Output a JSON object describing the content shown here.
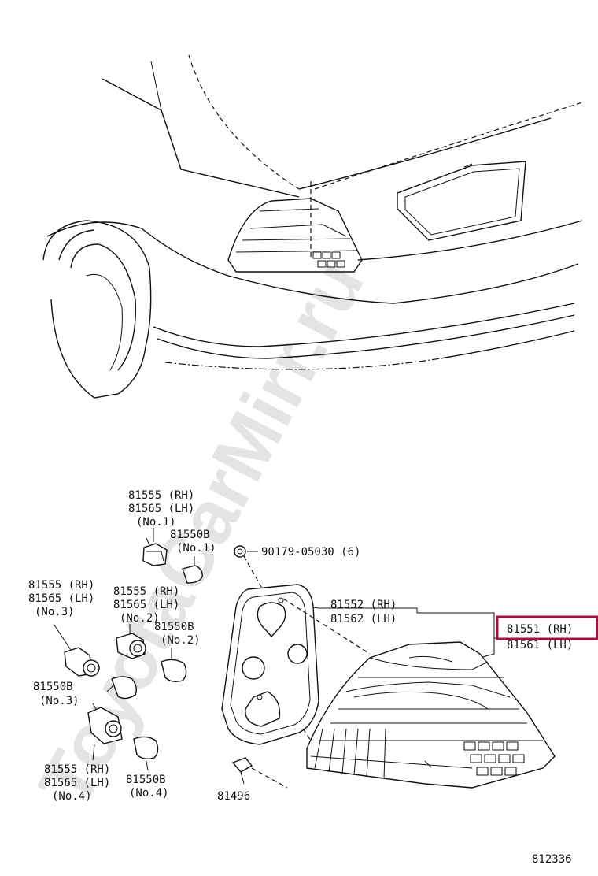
{
  "watermark": "ToyotaCarMirr.ru",
  "labels": {
    "top_bracket": [
      "81555 (RH)",
      "81565 (LH)",
      "(No.1)"
    ],
    "top_bulb": [
      "81550B",
      "(No.1)"
    ],
    "nut": "90179-05030 (6)",
    "left_socket": [
      "81555 (RH)",
      "81565 (LH)",
      "(No.3)"
    ],
    "mid_socket": [
      "81555 (RH)",
      "81565 (LH)",
      "(No.2)"
    ],
    "mid_bulb": [
      "81550B",
      "(No.2)"
    ],
    "gasket": [
      "81552 (RH)",
      "81562 (LH)"
    ],
    "lamp_rh": "81551 (RH)",
    "lamp_lh": "81561 (LH)",
    "bulb_no3": [
      "81550B",
      "(No.3)"
    ],
    "bottom_socket": [
      "81555 (RH)",
      "81565 (LH)",
      "(No.4)"
    ],
    "bottom_bulb": [
      "81550B",
      "(No.4)"
    ],
    "screw": "81496",
    "figure_number": "812336"
  },
  "highlight_color": "#a0123c"
}
